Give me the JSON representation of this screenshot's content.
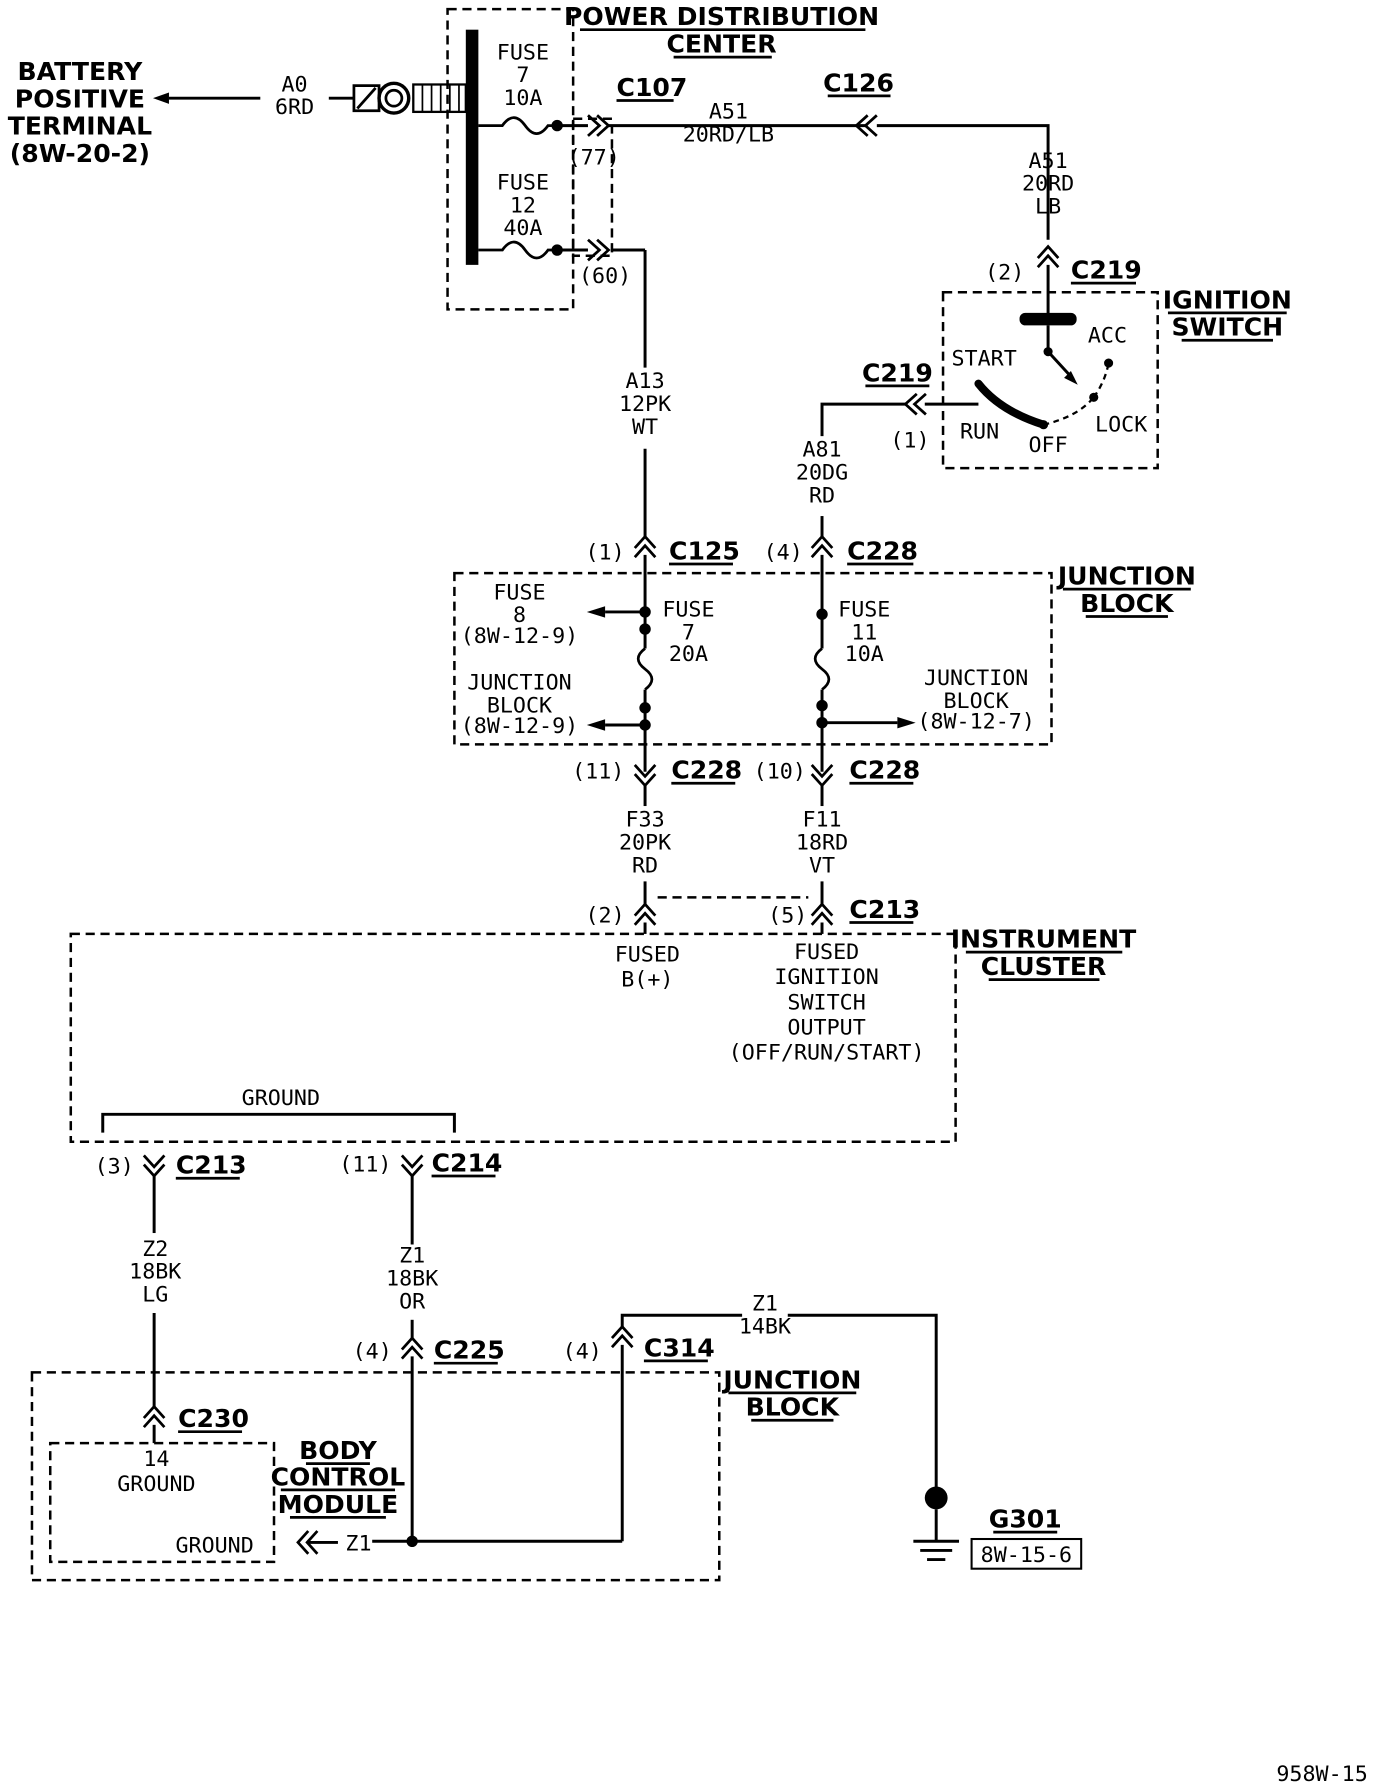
{
  "battery": {
    "l1": "BATTERY",
    "l2": "POSITIVE",
    "l3": "TERMINAL",
    "l4": "(8W-20-2)"
  },
  "pdc": {
    "l1": "POWER DISTRIBUTION",
    "l2": "CENTER"
  },
  "wires": {
    "a0": {
      "name": "A0",
      "spec": "6RD"
    },
    "a51_h": {
      "name": "A51",
      "spec": "20RD/LB"
    },
    "a51_v": {
      "name": "A51",
      "l2": "20RD",
      "l3": "LB"
    },
    "a13": {
      "name": "A13",
      "l2": "12PK",
      "l3": "WT"
    },
    "a81": {
      "name": "A81",
      "l2": "20DG",
      "l3": "RD"
    },
    "f33": {
      "name": "F33",
      "l2": "20PK",
      "l3": "RD"
    },
    "f11": {
      "name": "F11",
      "l2": "18RD",
      "l3": "VT"
    },
    "z2": {
      "name": "Z2",
      "l2": "18BK",
      "l3": "LG"
    },
    "z1a": {
      "name": "Z1",
      "l2": "18BK",
      "l3": "OR"
    },
    "z1b": {
      "name": "Z1",
      "l2": "14BK"
    },
    "z1c": {
      "name": "Z1"
    }
  },
  "fuses": {
    "pdc7": {
      "l1": "FUSE",
      "l2": "7",
      "l3": "10A"
    },
    "pdc12": {
      "l1": "FUSE",
      "l2": "12",
      "l3": "40A"
    },
    "jb7": {
      "l1": "FUSE",
      "l2": "7",
      "l3": "20A"
    },
    "jb11": {
      "l1": "FUSE",
      "l2": "11",
      "l3": "10A"
    },
    "jb8": {
      "l1": "FUSE",
      "l2": "8",
      "l3": "(8W-12-9)"
    }
  },
  "connectors": {
    "c107": "C107",
    "c126": "C126",
    "c219": "C219",
    "c125": "C125",
    "c228": "C228",
    "c213": "C213",
    "c214": "C214",
    "c225": "C225",
    "c314": "C314",
    "c230": "C230"
  },
  "pins": {
    "p77": "(77)",
    "p60": "(60)",
    "p2": "(2)",
    "p1": "(1)",
    "p4": "(4)",
    "p11": "(11)",
    "p10": "(10)",
    "p5": "(5)",
    "p3": "(3)",
    "p4b": "(4)",
    "p4c": "(4)",
    "p2b": "(2)",
    "p1b": "(1)",
    "p11b": "(11)"
  },
  "ignition": {
    "title1": "IGNITION",
    "title2": "SWITCH",
    "acc": "ACC",
    "start": "START",
    "lock": "LOCK",
    "run": "RUN",
    "off": "OFF"
  },
  "junction_block": {
    "title1": "JUNCTION",
    "title2": "BLOCK",
    "ref_left": {
      "l1": "JUNCTION",
      "l2": "BLOCK",
      "l3": "(8W-12-9)"
    },
    "ref_right": {
      "l1": "JUNCTION",
      "l2": "BLOCK",
      "l3": "(8W-12-7)"
    }
  },
  "cluster": {
    "title1": "INSTRUMENT",
    "title2": "CLUSTER",
    "fused_b": {
      "l1": "FUSED",
      "l2": "B(+)"
    },
    "fused_ign": {
      "l1": "FUSED",
      "l2": "IGNITION",
      "l3": "SWITCH",
      "l4": "OUTPUT",
      "l5": "(OFF/RUN/START)"
    },
    "ground": "GROUND"
  },
  "lower_jb": {
    "title1": "JUNCTION",
    "title2": "BLOCK"
  },
  "bcm": {
    "title1": "BODY",
    "title2": "CONTROL",
    "title3": "MODULE",
    "pin14": "14",
    "ground_a": "GROUND",
    "ground_b": "GROUND"
  },
  "ground_point": {
    "name": "G301",
    "ref": "8W-15-6"
  },
  "figure_id": "958W-15"
}
